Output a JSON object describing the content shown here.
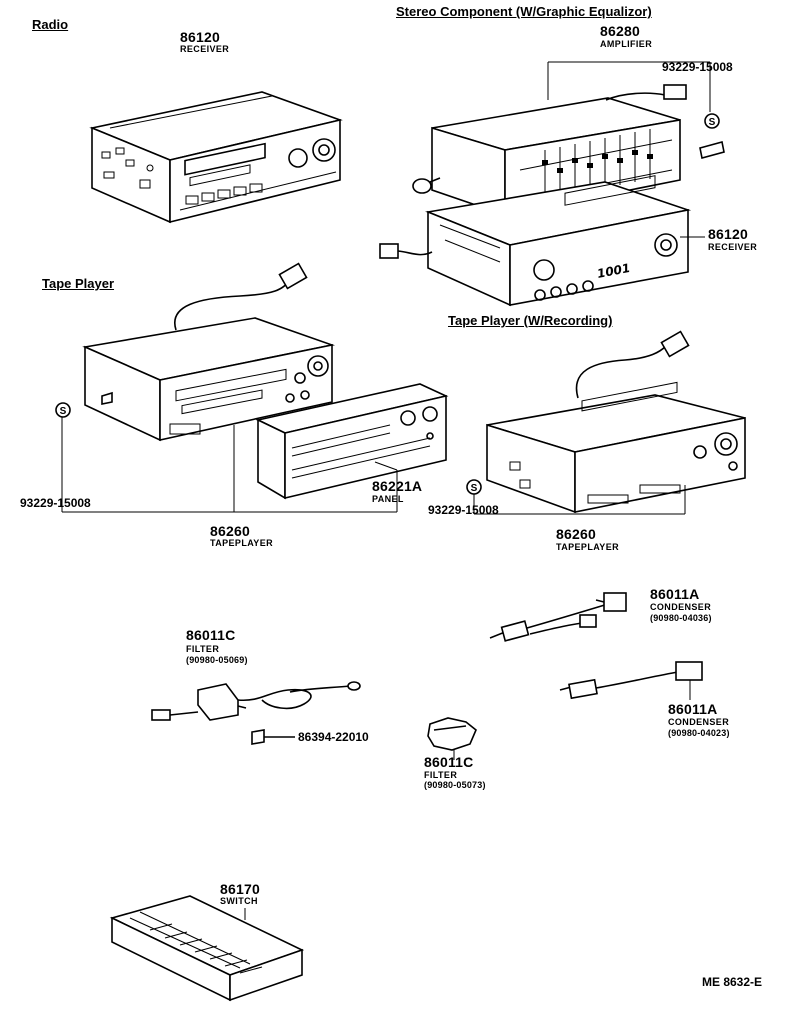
{
  "sections": {
    "radio": "Radio",
    "stereo": "Stereo Component (W/Graphic Equalizor)",
    "tape": "Tape Player",
    "tape_rec": "Tape Player (W/Recording)"
  },
  "parts": {
    "radio_receiver": {
      "number": "86120",
      "name": "RECEIVER"
    },
    "amplifier": {
      "number": "86280",
      "name": "AMPLIFIER"
    },
    "screw_top": {
      "number": "93229-15008"
    },
    "stereo_receiver": {
      "number": "86120",
      "name": "RECEIVER"
    },
    "tape_screw": {
      "number": "93229-15008"
    },
    "panel": {
      "number": "86221A",
      "name": "PANEL"
    },
    "tapeplayer": {
      "number": "86260",
      "name": "TAPEPLAYER"
    },
    "rec_screw": {
      "number": "93229-15008"
    },
    "rec_tapeplayer": {
      "number": "86260",
      "name": "TAPEPLAYER"
    },
    "condenser_1": {
      "number": "86011A",
      "name": "CONDENSER",
      "sub": "(90980-04036)"
    },
    "filter_1": {
      "number": "86011C",
      "name": "FILTER",
      "sub": "(90980-05069)"
    },
    "bolt": {
      "number": "86394-22010"
    },
    "filter_2": {
      "number": "86011C",
      "name": "FILTER",
      "sub": "(90980-05073)"
    },
    "condenser_2": {
      "number": "86011A",
      "name": "CONDENSER",
      "sub": "(90980-04023)"
    },
    "switch": {
      "number": "86170",
      "name": "SWITCH"
    }
  },
  "display_readout": "1001",
  "screw_symbol": "S",
  "diagram_code": "ME  8632-E"
}
